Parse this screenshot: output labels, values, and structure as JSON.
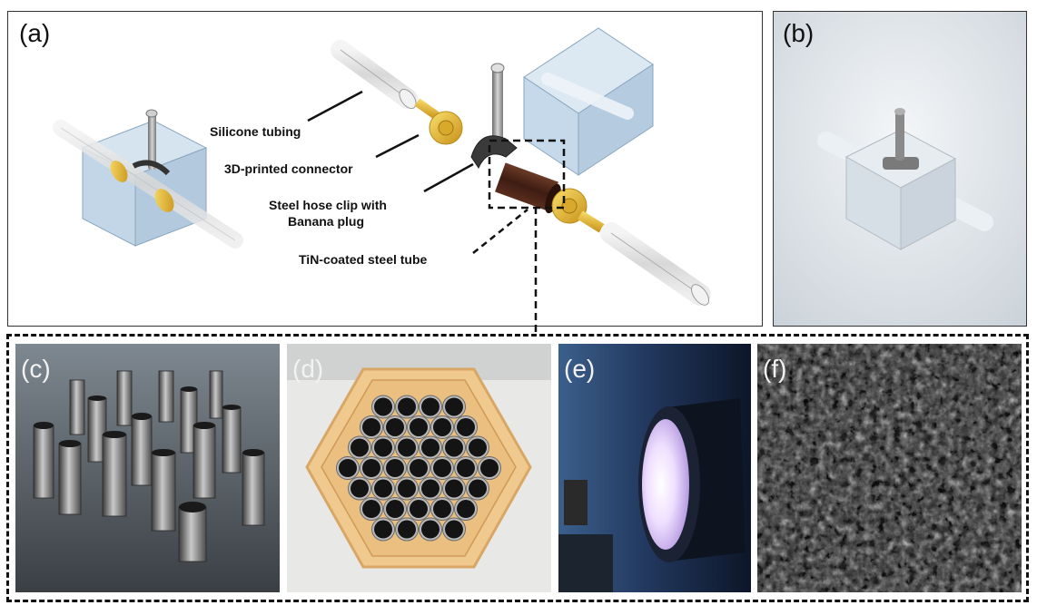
{
  "panels": {
    "a": {
      "label": "(a)"
    },
    "b": {
      "label": "(b)"
    },
    "c": {
      "label": "(c)"
    },
    "d": {
      "label": "(d)"
    },
    "e": {
      "label": "(e)"
    },
    "f": {
      "label": "(f)"
    }
  },
  "callouts": {
    "silicone": "Silicone tubing",
    "connector": "3D-printed connector",
    "clip_line1": "Steel hose clip with",
    "clip_line2": "Banana plug",
    "tin": "TiN-coated steel tube"
  },
  "colors": {
    "acrylic": "#c9dceb",
    "connector": "#e8b92a",
    "tin_tube": "#4a2418",
    "steel": "#9a9a9a",
    "plasma": "#e9d8ff"
  }
}
